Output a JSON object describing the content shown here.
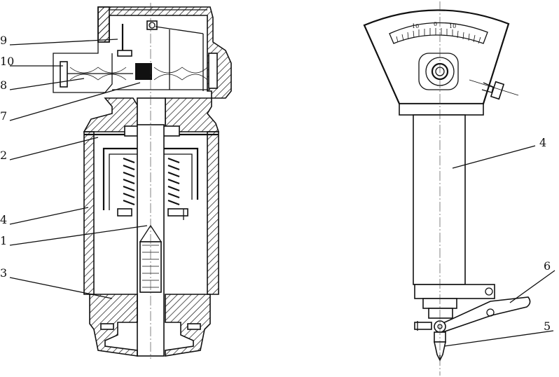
{
  "left_figure": {
    "labels": [
      "9",
      "10",
      "8",
      "7",
      "2",
      "4",
      "1",
      "3"
    ]
  },
  "right_figure": {
    "labels": [
      "4",
      "6",
      "5"
    ],
    "dial_ticks": [
      "10",
      "0",
      "10"
    ]
  }
}
